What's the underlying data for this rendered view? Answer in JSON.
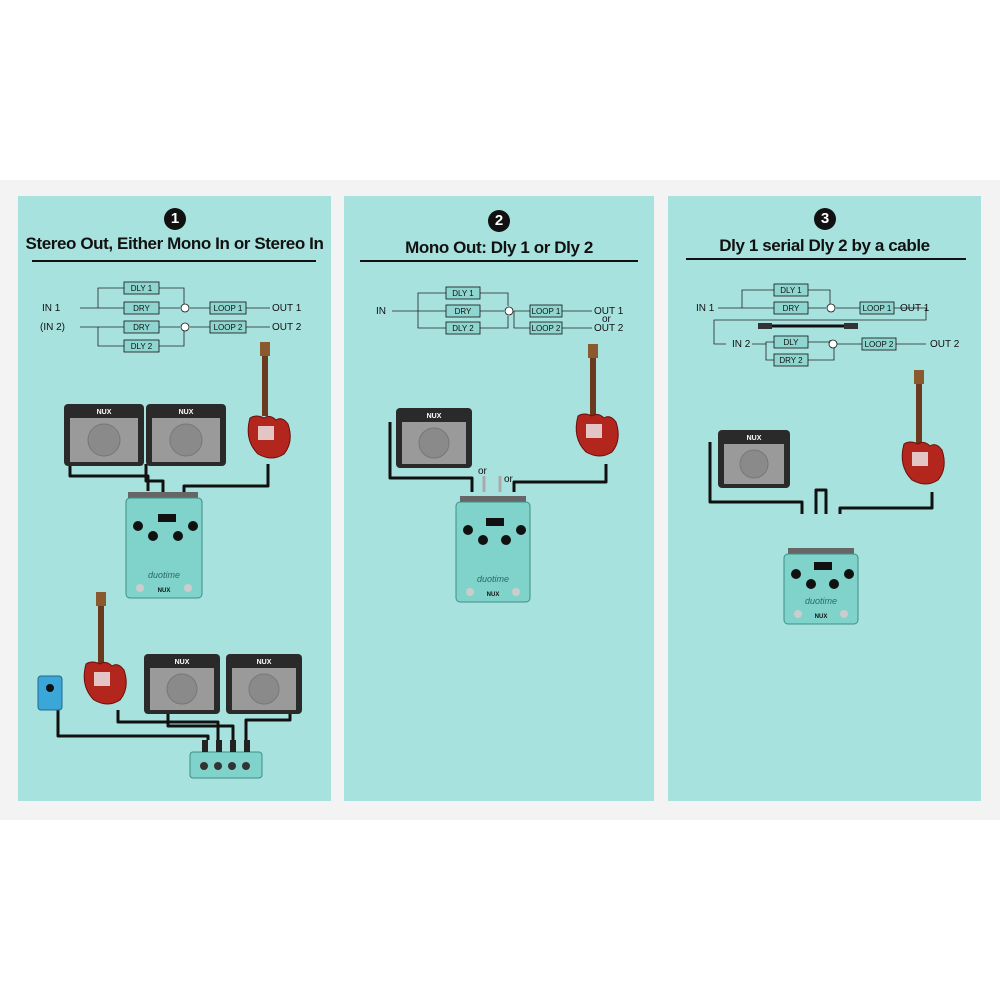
{
  "panels": [
    {
      "number": "1",
      "title": "Stereo Out, Either Mono In or Stereo In",
      "inputs": [
        "IN 1",
        "(IN 2)"
      ],
      "blocks": [
        "DLY 1",
        "DRY",
        "DRY",
        "DLY 2"
      ],
      "loops": [
        "LOOP 1",
        "LOOP 2"
      ],
      "outputs": [
        "OUT 1",
        "OUT 2"
      ]
    },
    {
      "number": "2",
      "title": "Mono Out: Dly 1 or Dly 2",
      "inputs": [
        "IN"
      ],
      "blocks": [
        "DLY 1",
        "DRY",
        "DLY 2"
      ],
      "loops": [
        "LOOP 1",
        "LOOP 2"
      ],
      "outputs": [
        "OUT 1",
        "or",
        "OUT 2"
      ],
      "cable_or": [
        "or",
        "or"
      ]
    },
    {
      "number": "3",
      "title": "Dly 1 serial Dly 2 by a cable",
      "inputs": [
        "IN 1",
        "IN 2"
      ],
      "blocks": [
        "DLY 1",
        "DRY",
        "DLY",
        "DRY 2"
      ],
      "loops": [
        "LOOP 1",
        "LOOP 2"
      ],
      "outputs": [
        "OUT 1",
        "OUT 2"
      ]
    }
  ],
  "devices": {
    "amp_brand": "NUX",
    "pedal_brand": "NUX",
    "pedal_model": "duotime"
  },
  "colors": {
    "panel_bg": "#a8e2de",
    "block_fill": "#8fd6d0",
    "pedal_body": "#7fd3cb",
    "guitar_body": "#b3261e"
  }
}
